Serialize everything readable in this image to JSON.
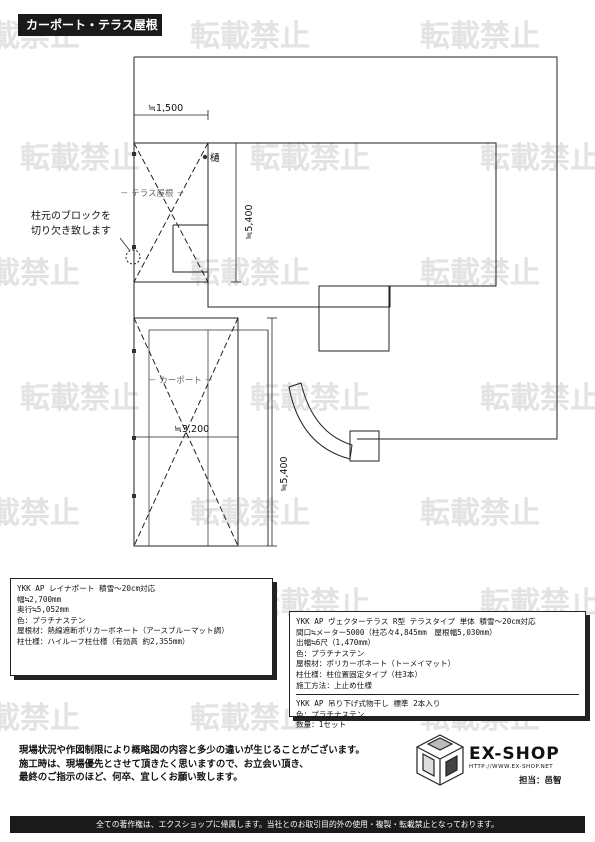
{
  "title": "カーポート・テラス屋根",
  "watermark": "転載禁止",
  "plan": {
    "dim_1500": "≒1,500",
    "dim_5400_top": "≒5,400",
    "dim_3200": "≒3,200",
    "dim_5400_bottom": "≒5,400",
    "gutter_label": "樋",
    "terrace_label": "－ テラス屋根 －",
    "carport_label": "－ カーポート －",
    "callout_line1": "柱元のブロックを",
    "callout_line2": "切り欠き致します"
  },
  "spec_carport": {
    "lines": [
      "YKK AP レイナポート 積雪～20cm対応",
      "幅≒2,700mm",
      "奥行≒5,052mm",
      "色：プラチナステン",
      "屋根材：熱線遮断ポリカーボネート（アースブルーマット調）",
      "柱仕様：ハイルーフ柱仕様（有効高 約2,355mm）"
    ]
  },
  "spec_terrace": {
    "lines": [
      "YKK AP ヴェクターテラス R型 テラスタイプ 単体 積雪～20cm対応",
      "間口≒メーター5000（柱芯々4,845mm　屋根幅5,030mm）",
      "出幅≒6尺（1,470mm）",
      "色：プラチナステン",
      "屋根材：ポリカーボネート（トーメイマット）",
      "柱仕様：柱位置固定タイプ（柱3本）",
      "施工方法：上止め仕様"
    ],
    "extra_lines": [
      "YKK AP 吊り下げ式物干し 標準 2本入り",
      "色：プラチナステン",
      "数量：1セット"
    ]
  },
  "notes": [
    "現場状況や作図制限により概略図の内容と多少の違いが生じることがございます。",
    "施工時は、現場優先とさせて頂きたく思いますので、お立会い頂き、",
    "最終のご指示のほど、何卒、宜しくお願い致します。"
  ],
  "brand": {
    "name": "EX-SHOP",
    "url": "HTTP://WWW.EX-SHOP.NET",
    "person": "担当：邑智"
  },
  "footer": "全ての著作権は、エクスショップに帰属します。当社とのお取引目的外の使用・複製・転載禁止となっております。"
}
